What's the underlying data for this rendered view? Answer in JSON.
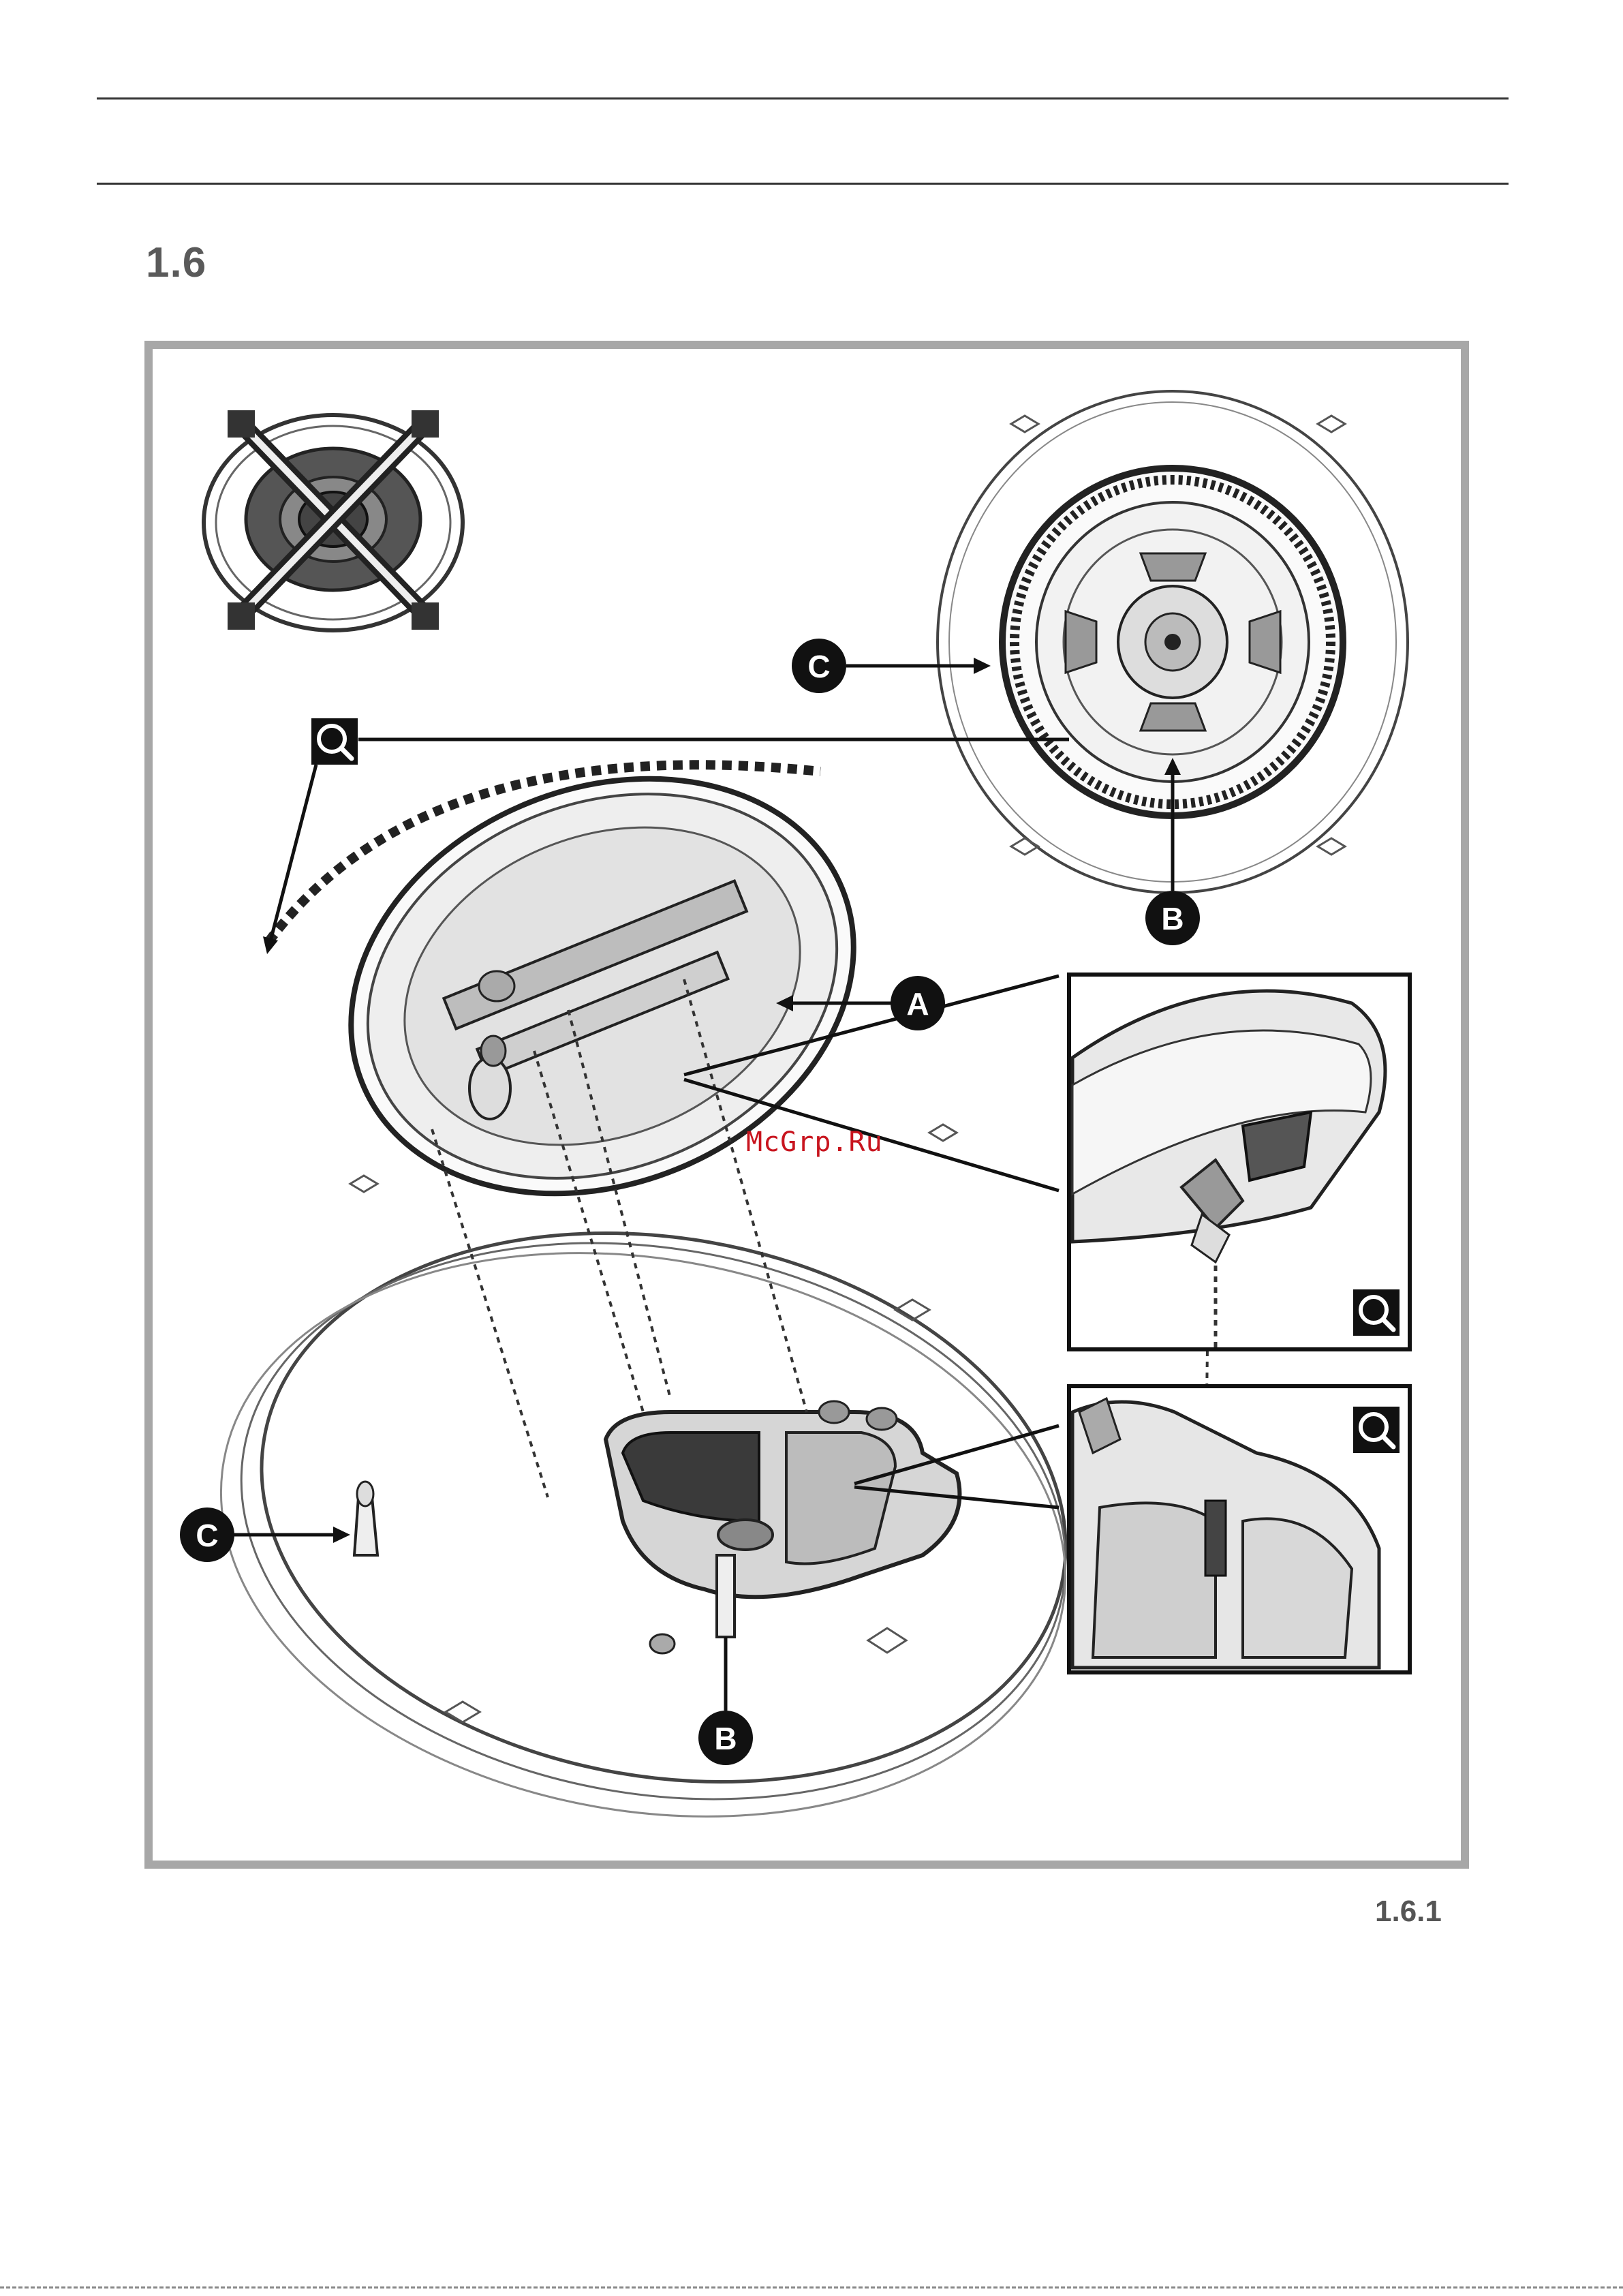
{
  "header": {
    "section_number": "1.6"
  },
  "figure": {
    "figure_number": "1.6.1",
    "watermark": "McGrp.Ru",
    "callouts": {
      "a": "A",
      "b_top": "B",
      "c_top": "C",
      "b_bottom": "B",
      "c_bottom": "C"
    },
    "icons": [
      "zoom-icon",
      "zoom-icon",
      "zoom-icon"
    ]
  }
}
